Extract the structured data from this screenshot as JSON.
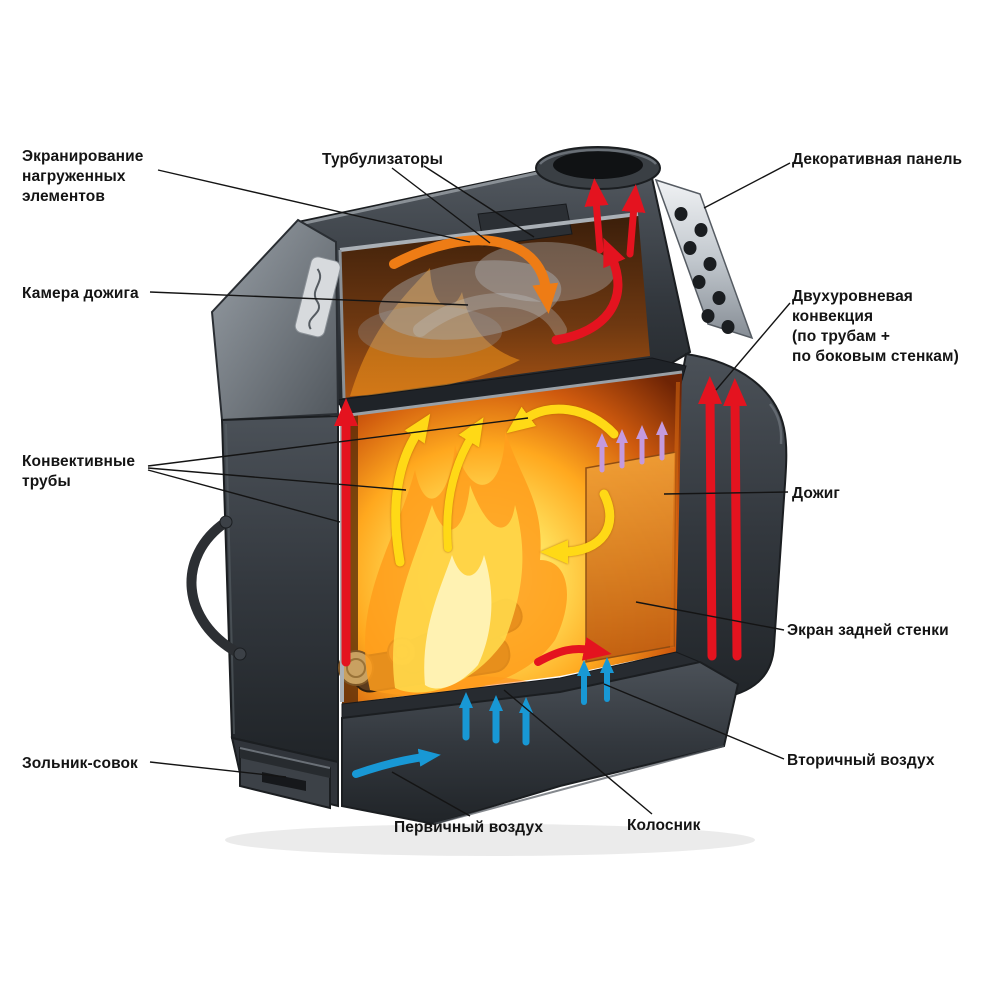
{
  "diagram": {
    "labels": {
      "shielding": {
        "text": "Экранирование\nнагруженных\nэлементов"
      },
      "turbulators": {
        "text": "Турбулизаторы"
      },
      "decorative_panel": {
        "text": "Декоративная панель"
      },
      "afterburn_chamber": {
        "text": "Камера дожига"
      },
      "two_level_convection": {
        "text": "Двухуровневая\nконвекция\n(по трубам +\nпо боковым стенкам)"
      },
      "convective_pipes": {
        "text": "Конвективные\nтрубы"
      },
      "afterburn": {
        "text": "Дожиг"
      },
      "rear_wall_screen": {
        "text": "Экран задней стенки"
      },
      "ash_pan": {
        "text": "Зольник-совок"
      },
      "secondary_air": {
        "text": "Вторичный воздух"
      },
      "primary_air": {
        "text": "Первичный воздух"
      },
      "grate": {
        "text": "Колосник"
      }
    },
    "colors": {
      "background": "#ffffff",
      "label_text": "#141414",
      "leader_line": "#141414",
      "body_dark": "#24282c",
      "body_mid": "#4b5158",
      "panel_metal": "#c9ced4",
      "fire_core": "#fff5b8",
      "fire_mid": "#ffb21e",
      "fire_deep": "#8a2d06",
      "arrow_red": "#e4131f",
      "arrow_yellow": "#ffd916",
      "arrow_blue": "#1898d5",
      "arrow_orange": "#ee7c15",
      "arrow_violet": "#c49ade"
    }
  }
}
